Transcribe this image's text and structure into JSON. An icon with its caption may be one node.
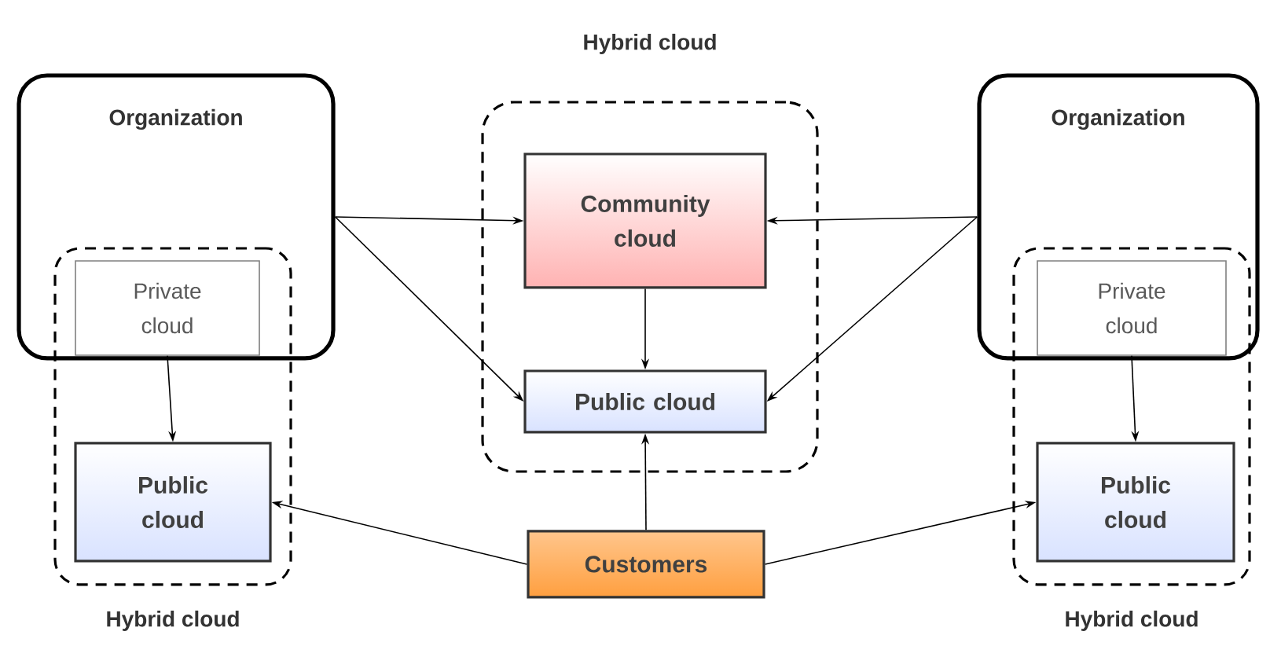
{
  "diagram": {
    "nodes": [
      {
        "text": [
          "Organization"
        ]
      },
      {
        "text": [
          "Hybrid cloud"
        ]
      },
      {
        "text": [
          "Private cloud"
        ]
      },
      {
        "text": [
          "Public cloud"
        ],
        "in": 1
      },
      {
        "text": [
          "Hybrid cloud"
        ]
      },
      {
        "text": [
          "Community cloud"
        ],
        "in": 4
      },
      {
        "text": [
          "Public cloud"
        ],
        "in": 4
      },
      {
        "text": [
          "Organization"
        ]
      },
      {
        "text": [
          "Hybrid cloud"
        ]
      },
      {
        "text": [
          "Private cloud"
        ]
      },
      {
        "text": [
          "Public cloud"
        ],
        "in": 8
      },
      {
        "text": [
          "Customers"
        ]
      }
    ],
    "edges": [
      {
        "from": 2,
        "to": 3,
        "arrow": "to"
      },
      {
        "from": 0,
        "to": 5,
        "arrow": "to"
      },
      {
        "from": 0,
        "to": 6,
        "arrow": "to"
      },
      {
        "from": 5,
        "to": 6,
        "arrow": "to"
      },
      {
        "from": 7,
        "to": 5,
        "arrow": "to"
      },
      {
        "from": 7,
        "to": 6,
        "arrow": "to"
      },
      {
        "from": 9,
        "to": 10,
        "arrow": "to"
      },
      {
        "from": 11,
        "to": 6,
        "arrow": "to"
      },
      {
        "from": 11,
        "to": 3,
        "arrow": "to"
      },
      {
        "from": 11,
        "to": 10,
        "arrow": "to"
      }
    ]
  }
}
